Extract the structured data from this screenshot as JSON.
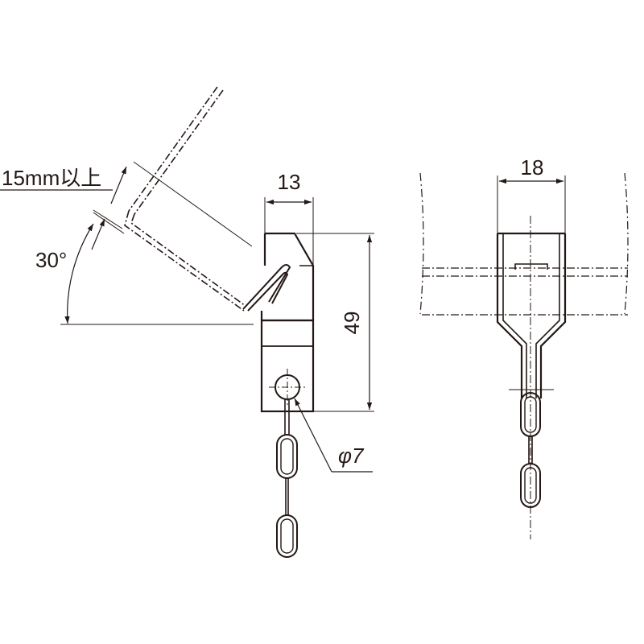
{
  "side_view": {
    "width_label": "13",
    "height_label": "49",
    "hole_label": "φ7",
    "min_length_label": "15mm以上",
    "angle_label": "30°"
  },
  "front_view": {
    "width_label": "18"
  },
  "colors": {
    "line": "#231815",
    "background": "#ffffff"
  }
}
